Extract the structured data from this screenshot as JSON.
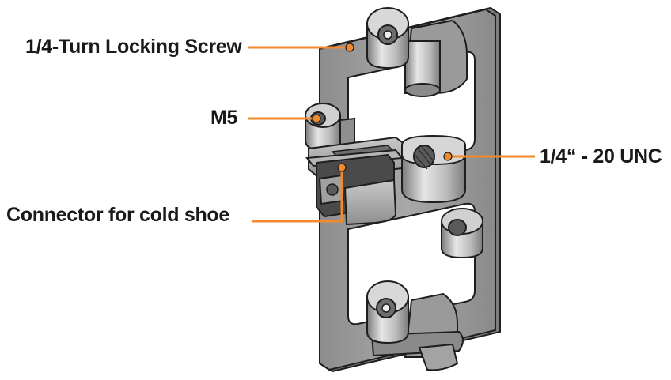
{
  "callouts": {
    "locking_screw": "1/4-Turn Locking Screw",
    "m5": "M5",
    "unc": "1/4“ - 20 UNC",
    "cold_shoe": "Connector for cold shoe"
  },
  "colors": {
    "leader": "#f08a2c",
    "metal_light": "#bdbdbd",
    "metal_mid": "#9c9c9c",
    "metal_dark": "#6e6e6e",
    "outline": "#1e1e1e",
    "text": "#1a1a1a"
  },
  "icons": [
    "quarter-turn-screw",
    "threaded-hole"
  ]
}
